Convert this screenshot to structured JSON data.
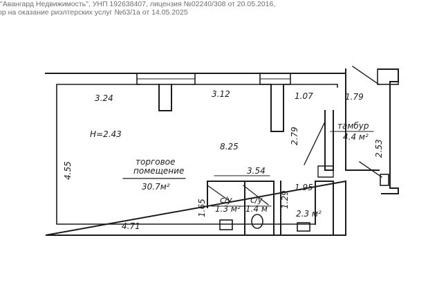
{
  "watermark": {
    "line1": "\"Авангард Недвижимость\", УНП 192638407, лицензия №02240/308 от 20.05.2016,",
    "line2": "ор на оказание риэлтерских услуг №63/1а от 14.05.2025"
  },
  "plan": {
    "colors": {
      "ink": "#1b1b1b",
      "paper": "#ffffff",
      "watermark": "#6e6e6e"
    },
    "main_room": {
      "name_line1": "торговое",
      "name_line2": "помещение",
      "area": "30.7м²",
      "ceiling": "Н=2.43"
    },
    "vestibule": {
      "name": "тамбур",
      "area": "4.4 м²"
    },
    "wc1": {
      "name": "с/у",
      "area": "1.3 м²"
    },
    "wc2": {
      "name": "с/у",
      "area": "1.4 м"
    },
    "small_room": {
      "area": "2.3 м²"
    },
    "dimensions": {
      "top_left": "3.24",
      "top_mid": "3.12",
      "top_right_a": "1.07",
      "top_right_b": "1.79",
      "vertical_right": "2.79",
      "left": "4.55",
      "bottom": "4.71",
      "center": "8.25",
      "inner": "3.54",
      "small": "1.95",
      "wc_height": "1.65",
      "wc_height2": "1.29",
      "vestibule_height": "2.53"
    }
  }
}
